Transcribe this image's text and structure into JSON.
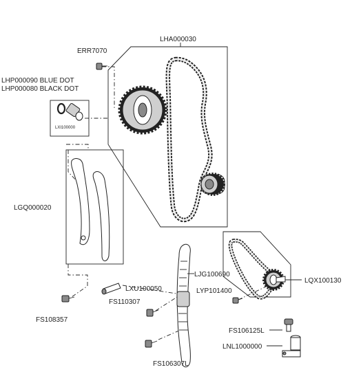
{
  "labels": {
    "err7070": "ERR7070",
    "lha000030": "LHA000030",
    "lhp000090": "LHP000090 BLUE DOT",
    "lhp000080": "LHP000080 BLACK DOT",
    "lxi100000": "LXI100000",
    "lgq000020": "LGQ000020",
    "ljg100690": "LJG100690",
    "lxu100050": "LXU100050",
    "lyp101400": "LYP101400",
    "lqx100130": "LQX100130",
    "fs110307": "FS110307",
    "fs108357": "FS108357",
    "fs106125l": "FS106125L",
    "lnl1000000": "LNL1000000",
    "fs106307l": "FS106307L"
  }
}
